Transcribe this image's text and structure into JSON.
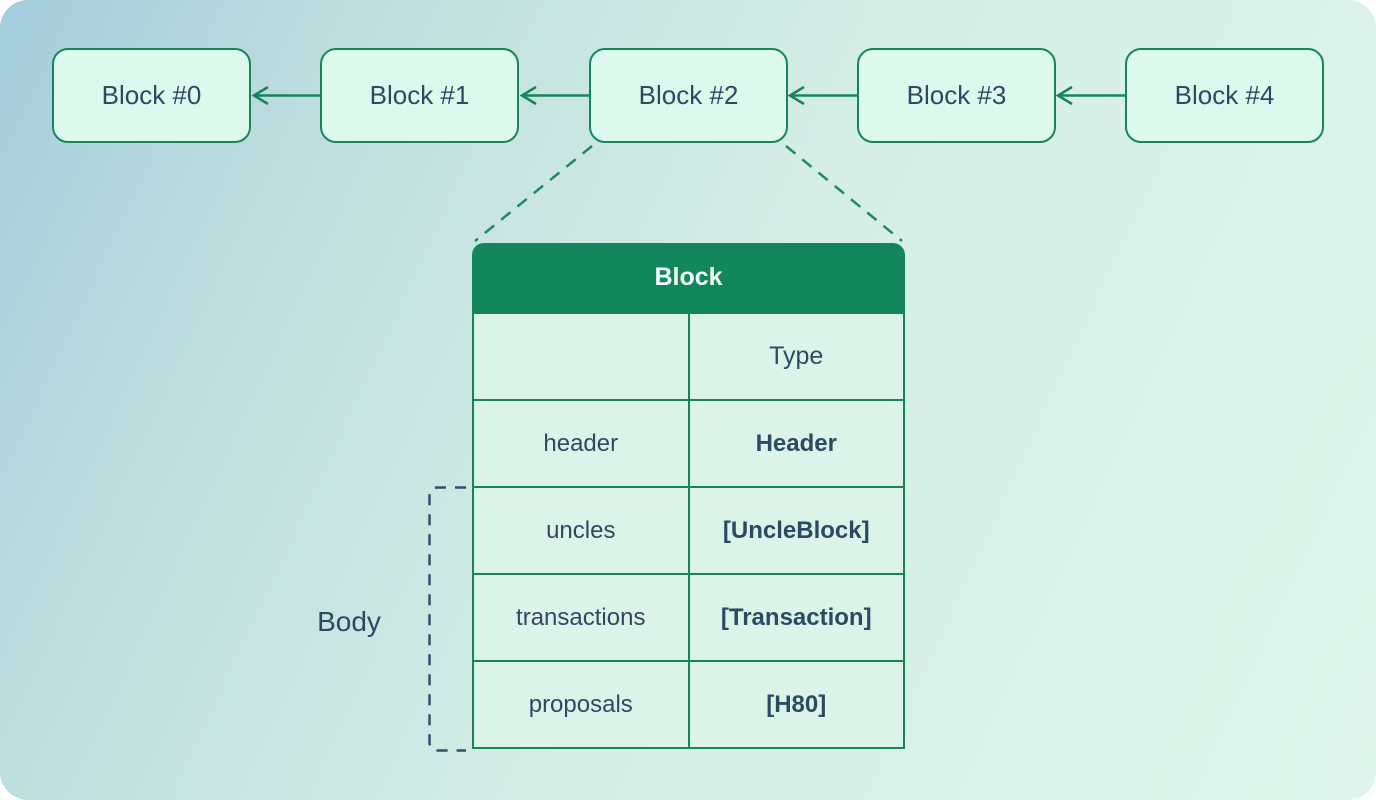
{
  "chain": {
    "blocks": [
      {
        "label": "Block #0"
      },
      {
        "label": "Block #1"
      },
      {
        "label": "Block #2"
      },
      {
        "label": "Block #3"
      },
      {
        "label": "Block #4"
      }
    ]
  },
  "detail_table": {
    "title": "Block",
    "type_column_header": "Type",
    "rows": [
      {
        "field": "header",
        "type": "Header"
      },
      {
        "field": "uncles",
        "type": "[UncleBlock]"
      },
      {
        "field": "transactions",
        "type": "[Transaction]"
      },
      {
        "field": "proposals",
        "type": "[H80]"
      }
    ]
  },
  "annotations": {
    "body_label": "Body"
  },
  "colors": {
    "background_start": "#a5cddc",
    "background_end": "#def5ec",
    "node_fill": "#ddf8ec",
    "node_border": "#17855a",
    "table_header_bg": "#12865c",
    "table_header_text": "#f4fcf8",
    "cell_fill": "#dcf3e9",
    "text_dark": "#2d4a63",
    "connector_green": "#1f8a5f",
    "bracket_color": "#31516b"
  }
}
